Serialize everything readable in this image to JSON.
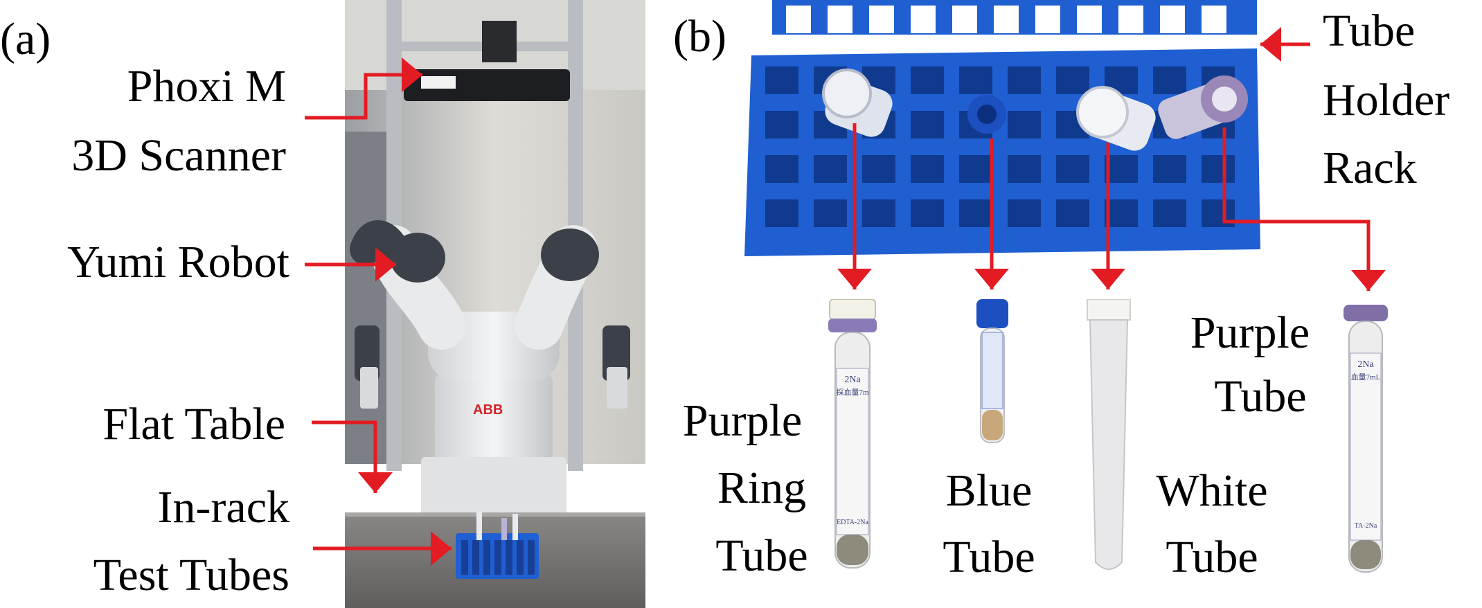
{
  "panel_a": {
    "panel_label": "(a)",
    "labels": {
      "scanner_line1": "Phoxi M",
      "scanner_line2": "3D Scanner",
      "robot": "Yumi Robot",
      "table": "Flat Table",
      "tubes_line1": "In-rack",
      "tubes_line2": "Test Tubes"
    },
    "photo_text": {
      "logo": "ABB"
    }
  },
  "panel_b": {
    "panel_label": "(b)",
    "labels": {
      "rack_line1": "Tube",
      "rack_line2": "Holder",
      "rack_line3": "Rack",
      "purple_ring_line1": "Purple",
      "purple_ring_line2": "Ring",
      "purple_ring_line3": "Tube",
      "blue_line1": "Blue",
      "blue_line2": "Tube",
      "white_line1": "White",
      "white_line2": "Tube",
      "purple_line1": "Purple",
      "purple_line2": "Tube"
    },
    "tube_sticker_text": {
      "left_code": "2Na",
      "left_vol": "採血量7m",
      "left_bottom": "EDTA-2Na",
      "right_code": "2Na",
      "right_vol": "血量7mL",
      "right_bottom": "TA-2Na"
    }
  },
  "colors": {
    "arrow": "#e31b23",
    "rack_blue": "#1f5fd1",
    "robot_gray": "#3c4048",
    "robot_white": "#e9eaec",
    "purple_cap": "#8a7bb8",
    "blue_cap": "#1c4fbf"
  },
  "icons": [
    "arrow-icon"
  ]
}
